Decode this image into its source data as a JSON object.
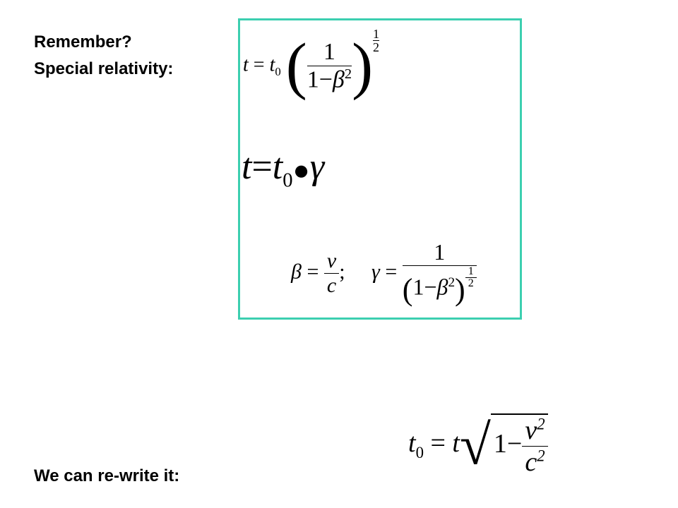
{
  "slide": {
    "line1": "Remember?",
    "line2": "Special relativity:",
    "bottom_label": "We can re-write it:"
  },
  "colors": {
    "box_border": "#3ccfb0"
  }
}
